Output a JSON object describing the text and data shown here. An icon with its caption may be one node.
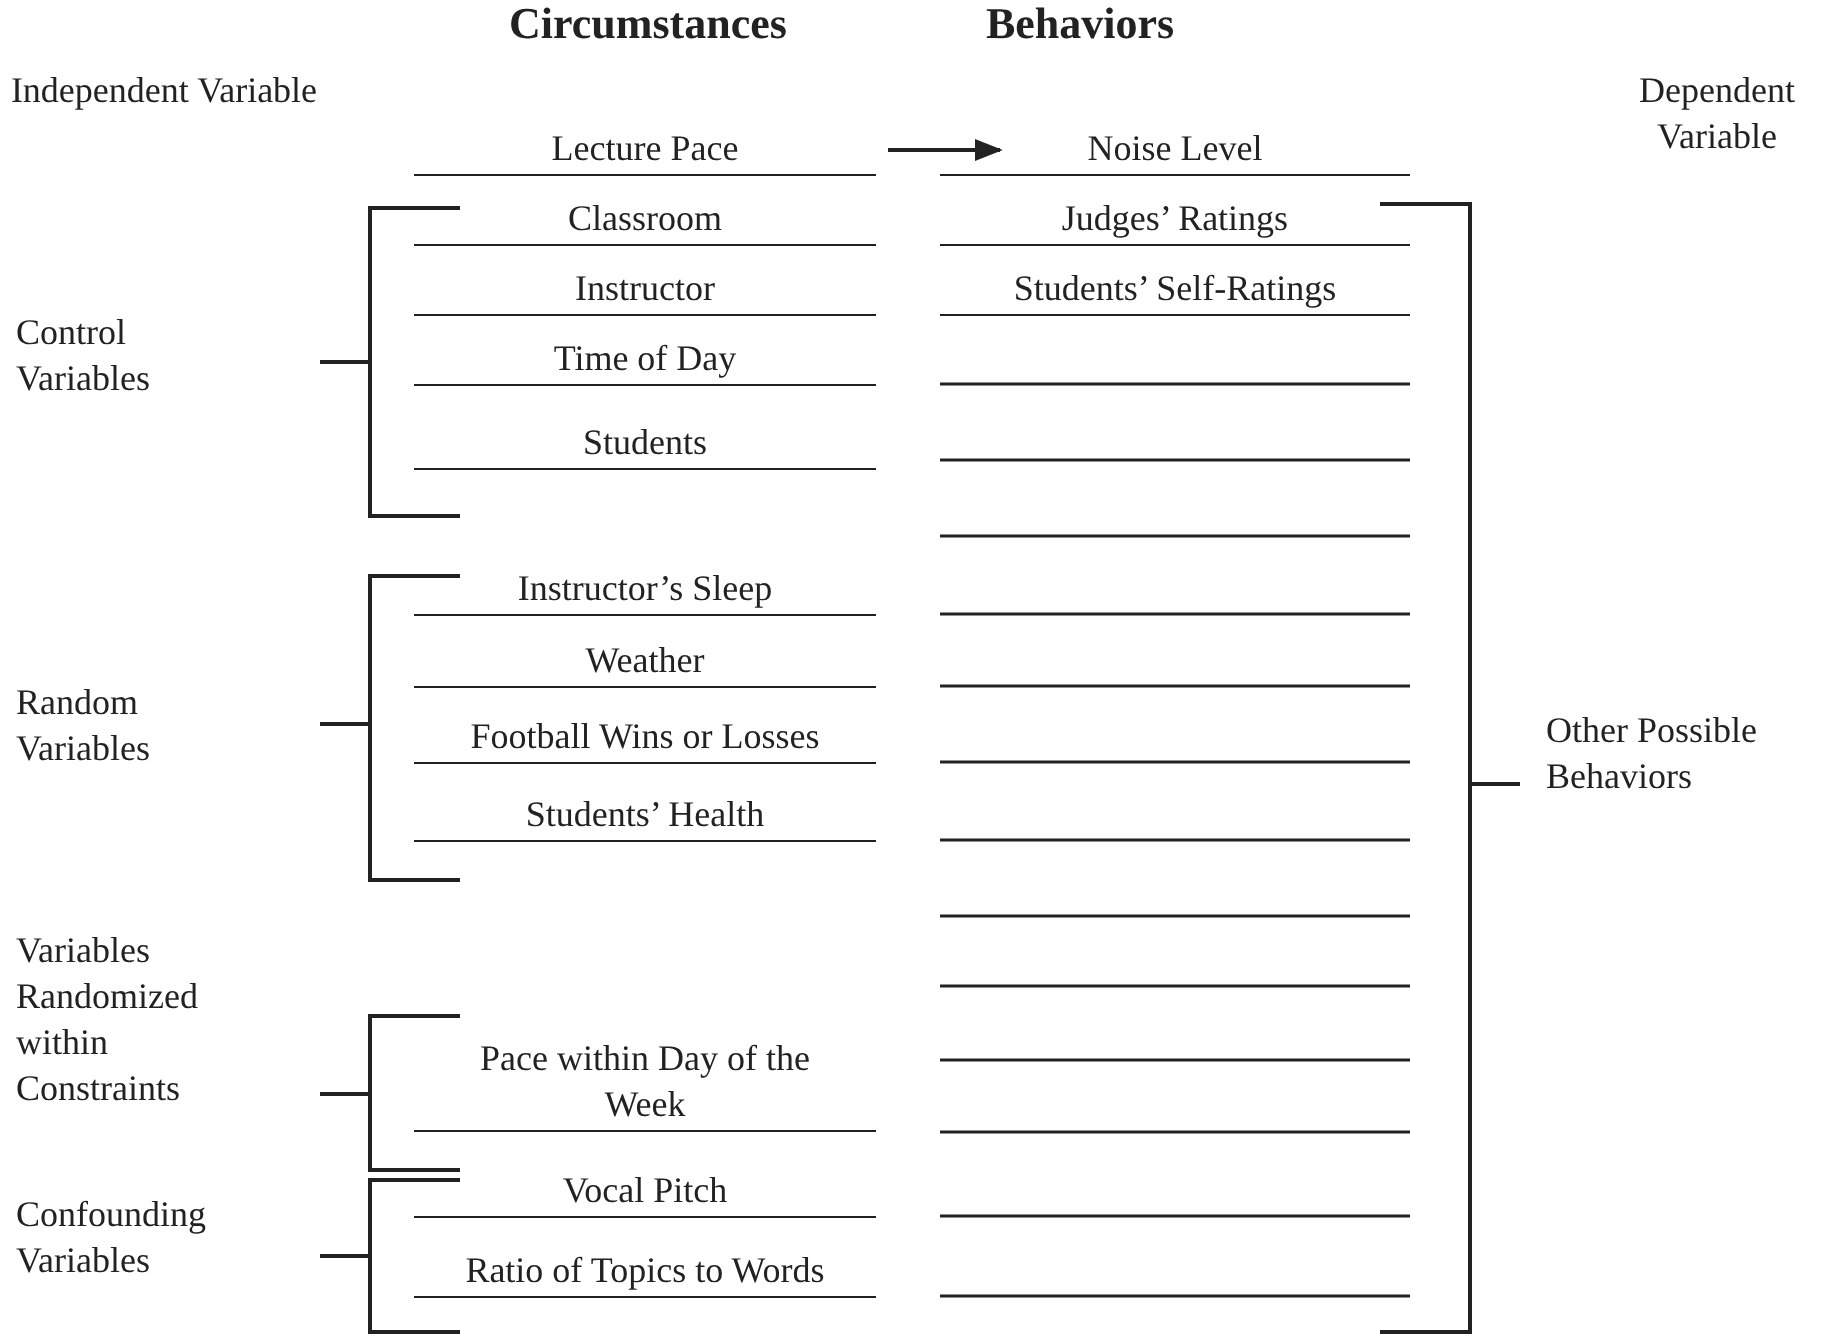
{
  "diagram": {
    "nodes": [
      {
        "text": [
          "Lecture Pace"
        ]
      },
      {
        "text": [
          "Noise Level"
        ]
      }
    ],
    "edges": [
      {
        "from": 0,
        "to": 1,
        "arrow": "to"
      }
    ],
    "labels": [
      "Circumstances",
      "Behaviors",
      "Independent Variable",
      "Dependent Variable",
      "Classroom",
      "Judges’ Ratings",
      "Instructor",
      "Students’ Self-Ratings",
      "Control Variables",
      "Time of Day",
      "Students",
      "Instructor’s Sleep",
      "Weather",
      "Random Variables",
      "Other Possible Behaviors",
      "Football Wins or Losses",
      "Students’ Health",
      "Variables Randomized within Constraints",
      "Pace within Day of the Week",
      "Vocal Pitch",
      "Confounding Variables",
      "Ratio of Topics to Words"
    ]
  }
}
